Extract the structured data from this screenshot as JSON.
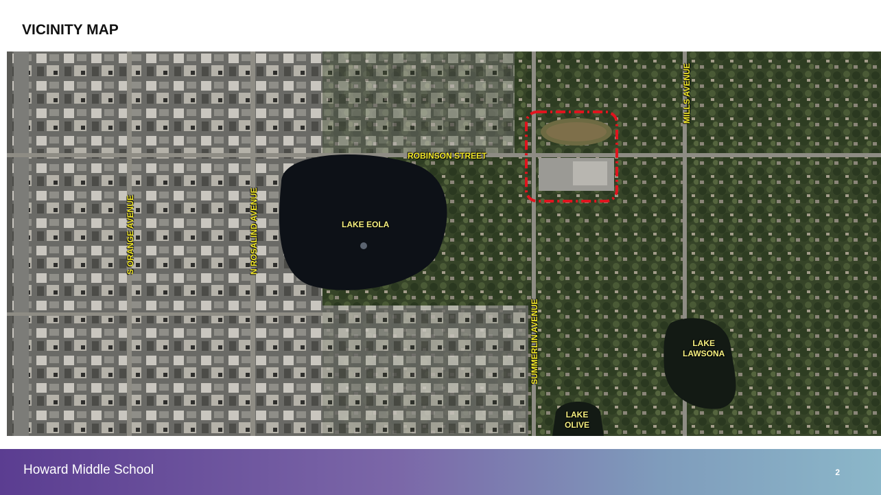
{
  "slide": {
    "title": "VICINITY MAP",
    "footer_text": "Howard Middle School",
    "page_number": "2"
  },
  "map": {
    "labels": {
      "robinson": "ROBINSON STREET",
      "mills": "MILLS AVENUE",
      "orange": "S ORANGE AVENUE",
      "rosalind": "N ROSALIND AVENUE",
      "summerlin": "SUMMERLIN AVENUE",
      "lake_eola": "LAKE EOLA",
      "lake_lawsona_1": "LAKE",
      "lake_lawsona_2": "LAWSONA",
      "lake_olive_1": "LAKE",
      "lake_olive_2": "OLIVE"
    },
    "colors": {
      "highlight": "#e0141e",
      "street_label": "#f4ea2a",
      "lake_water": "#0d1117"
    },
    "highlight": "site-boundary-dashed-red"
  }
}
